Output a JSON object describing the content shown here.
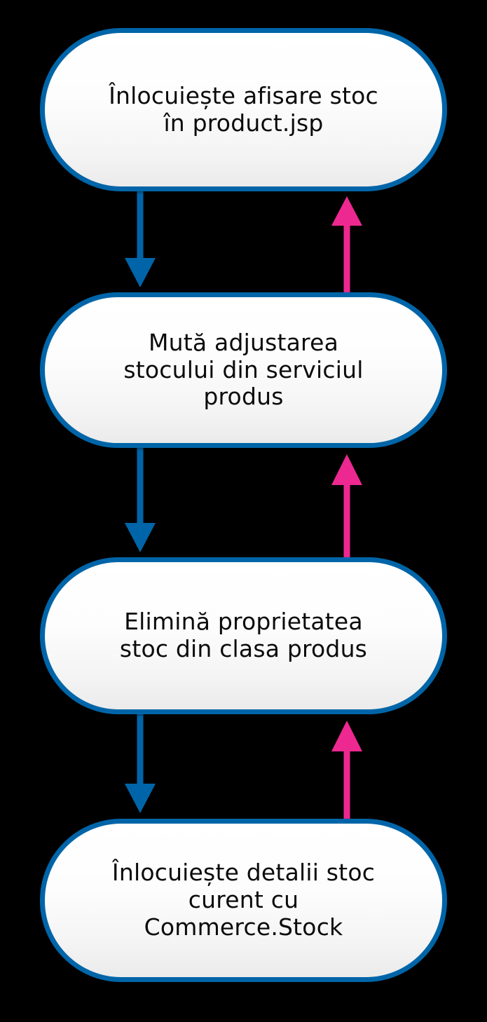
{
  "diagram": {
    "type": "flowchart",
    "orientation": "vertical",
    "background_color": "#000000",
    "node_border_color": "#0065a8",
    "node_fill_color": "#fbfbfb",
    "forward_edge_color": "#0065a8",
    "return_edge_color": "#ed2890",
    "nodes": [
      {
        "id": "node-1",
        "label": "Înlocuiește afisare stoc\nîn product.jsp",
        "shape": "stadium"
      },
      {
        "id": "node-2",
        "label": "Mută adjustarea\nstocului din serviciul\nprodus",
        "shape": "stadium"
      },
      {
        "id": "node-3",
        "label": "Elimină proprietatea\nstoc din clasa produs",
        "shape": "stadium"
      },
      {
        "id": "node-4",
        "label": "Înlocuiește detalii stoc\ncurent cu\nCommerce.Stock",
        "shape": "stadium"
      }
    ],
    "edges": [
      {
        "id": "edge-down-1-2",
        "from": "node-1",
        "to": "node-2",
        "direction": "down",
        "color": "#0065a8"
      },
      {
        "id": "edge-down-2-3",
        "from": "node-2",
        "to": "node-3",
        "direction": "down",
        "color": "#0065a8"
      },
      {
        "id": "edge-down-3-4",
        "from": "node-3",
        "to": "node-4",
        "direction": "down",
        "color": "#0065a8"
      },
      {
        "id": "edge-up-2-1",
        "from": "node-2",
        "to": "node-1",
        "direction": "up",
        "color": "#ed2890"
      },
      {
        "id": "edge-up-3-2",
        "from": "node-3",
        "to": "node-2",
        "direction": "up",
        "color": "#ed2890"
      },
      {
        "id": "edge-up-4-3",
        "from": "node-4",
        "to": "node-3",
        "direction": "up",
        "color": "#ed2890"
      }
    ]
  }
}
